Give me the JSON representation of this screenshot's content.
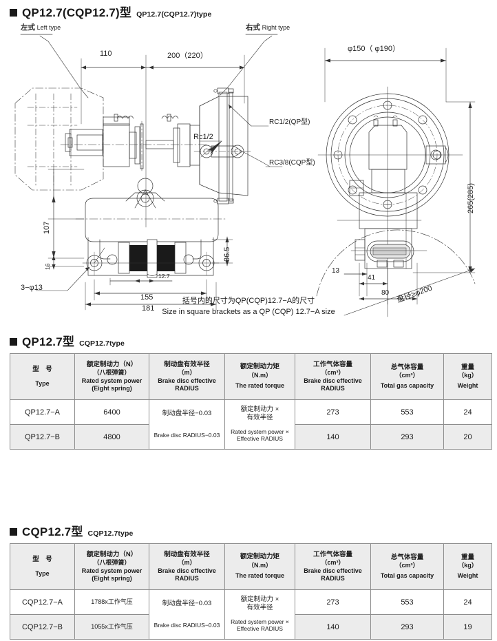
{
  "sections": {
    "drawing_heading": {
      "cn": "QP12.7(CQP12.7)型",
      "en": "QP12.7(CQP12.7)type"
    },
    "table1_heading": {
      "cn": "QP12.7型",
      "en": "CQP12.7type"
    },
    "table2_heading": {
      "cn": "CQP12.7型",
      "en": "CQP12.7type"
    }
  },
  "drawing": {
    "left_type": {
      "cn": "左式",
      "en": "Left type"
    },
    "right_type": {
      "cn": "右式",
      "en": "Right  type"
    },
    "callouts": {
      "rc12_qp": "RC1/2(QP型)",
      "rc38_cqp": "RC3/8(CQP型)",
      "rc12": "Rc1/2",
      "holes": "3−φ13",
      "disc_dia": "盘径≥φ200"
    },
    "dimensions": {
      "d110": "110",
      "d200": "200（220）",
      "d107": "107",
      "d16": "16",
      "d155": "155",
      "d181": "181",
      "d127": "12.7",
      "d365": "36.5",
      "phi150": "φ150（ φ190）",
      "d265": "265(285)",
      "d13": "13",
      "d41": "41",
      "d80": "80"
    },
    "caption": {
      "cn": "括号内的尺寸为QP(CQP)12.7−A的尺寸",
      "en": "Size in square brackets as a QP (CQP) 12.7−A size"
    }
  },
  "table_headers": [
    {
      "cn": "型　号",
      "unit": "",
      "en": "Type"
    },
    {
      "cn": "额定制动力（N）",
      "unit": "（八根弹簧）",
      "en": "Rated system power\n(Eight spring)"
    },
    {
      "cn": "制动盘有效半径",
      "unit": "（m）",
      "en": "Brake disc effective\nRADIUS"
    },
    {
      "cn": "额定制动力矩",
      "unit": "（N.m）",
      "en": "The rated torque"
    },
    {
      "cn": "工作气体容量",
      "unit": "（cm³）",
      "en": "Brake disc effective\nRADIUS"
    },
    {
      "cn": "总气体容量",
      "unit": "（cm³）",
      "en": "Total gas capacity"
    },
    {
      "cn": "重量",
      "unit": "（kg）",
      "en": "Weight"
    }
  ],
  "table_shared": {
    "radius_cn": "制动盘半径−0.03",
    "radius_en": "Brake disc RADIUS−0.03",
    "torque_cn": "额定制动力 ×\n有效半径",
    "torque_en": "Rated system power ×\nEffective RADIUS"
  },
  "table1_rows": [
    {
      "type": "QP12.7−A",
      "power": "6400",
      "work_gas": "273",
      "total_gas": "553",
      "weight": "24"
    },
    {
      "type": "QP12.7−B",
      "power": "4800",
      "work_gas": "140",
      "total_gas": "293",
      "weight": "20"
    }
  ],
  "table2_rows": [
    {
      "type": "CQP12.7−A",
      "power": "1788x工作气压",
      "work_gas": "273",
      "total_gas": "553",
      "weight": "24"
    },
    {
      "type": "CQP12.7−B",
      "power": "1055x工作气压",
      "work_gas": "140",
      "total_gas": "293",
      "weight": "19"
    }
  ],
  "colors": {
    "ink": "#1a1a1a",
    "rule": "#8d8d8d",
    "header_fill": "#ececec",
    "line": "#333333"
  }
}
